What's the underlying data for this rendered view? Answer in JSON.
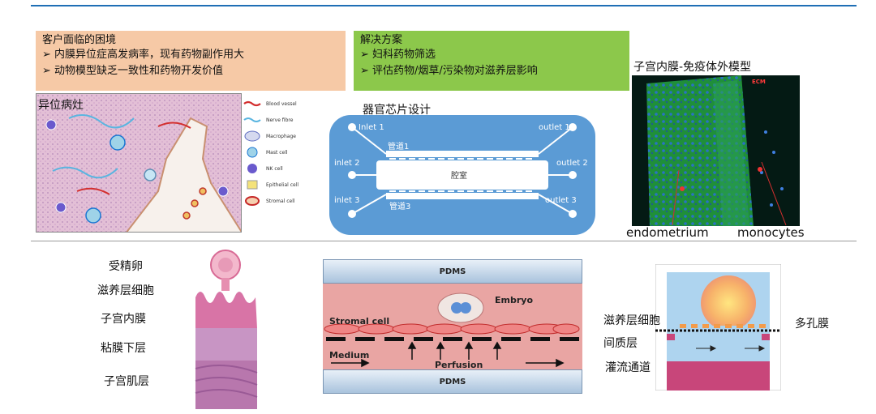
{
  "challenges": {
    "title": "客户面临的困境",
    "items": [
      "➢ 内膜异位症高发病率，现有药物副作用大",
      "➢ 动物模型缺乏一致性和药物开发价值"
    ]
  },
  "solutions": {
    "title": "解决方案",
    "items": [
      "➢ 妇科药物筛选",
      "➢ 评估药物/烟草/污染物对滋养层影响"
    ]
  },
  "endometriosis_panel": {
    "label": "异位病灶",
    "legend": [
      {
        "name": "Blood vessel",
        "icon": "blood-vessel-icon"
      },
      {
        "name": "Nerve fibre",
        "icon": "nerve-fibre-icon"
      },
      {
        "name": "Macrophage",
        "icon": "macrophage-icon"
      },
      {
        "name": "Mast cell",
        "icon": "mast-cell-icon"
      },
      {
        "name": "NK cell",
        "icon": "nk-cell-icon"
      },
      {
        "name": "Epithelial cell",
        "icon": "epithelial-cell-icon"
      },
      {
        "name": "Stromal cell",
        "icon": "stromal-cell-icon"
      }
    ]
  },
  "chip": {
    "title": "器官芯片设计",
    "inlet1": "Inlet 1",
    "inlet2": "inlet 2",
    "inlet3": "inlet 3",
    "outlet1": "outlet 1",
    "outlet2": "outlet 2",
    "outlet3": "outlet 3",
    "channel1": "管道1",
    "channel3": "管道3",
    "chamber": "腔室",
    "color": "#5b9bd5"
  },
  "immune_model": {
    "title": "子宫内膜-免疫体外模型",
    "tag": "ECM",
    "endometrium": "endometrium",
    "monocytes": "monocytes"
  },
  "uterus_layers": [
    "受精卵",
    "滋养层细胞",
    "子宫内膜",
    "粘膜下层",
    "子宫肌层"
  ],
  "device": {
    "pdms_top": "PDMS",
    "pdms_bottom": "PDMS",
    "embryo": "Embryo",
    "stromal": "Stromal cell",
    "medium": "Medium",
    "perfusion": "Perfusion"
  },
  "model3": {
    "trophoblast": "滋养层细胞",
    "stroma": "间质层",
    "perfusion": "灌流通道",
    "membrane": "多孔膜"
  }
}
